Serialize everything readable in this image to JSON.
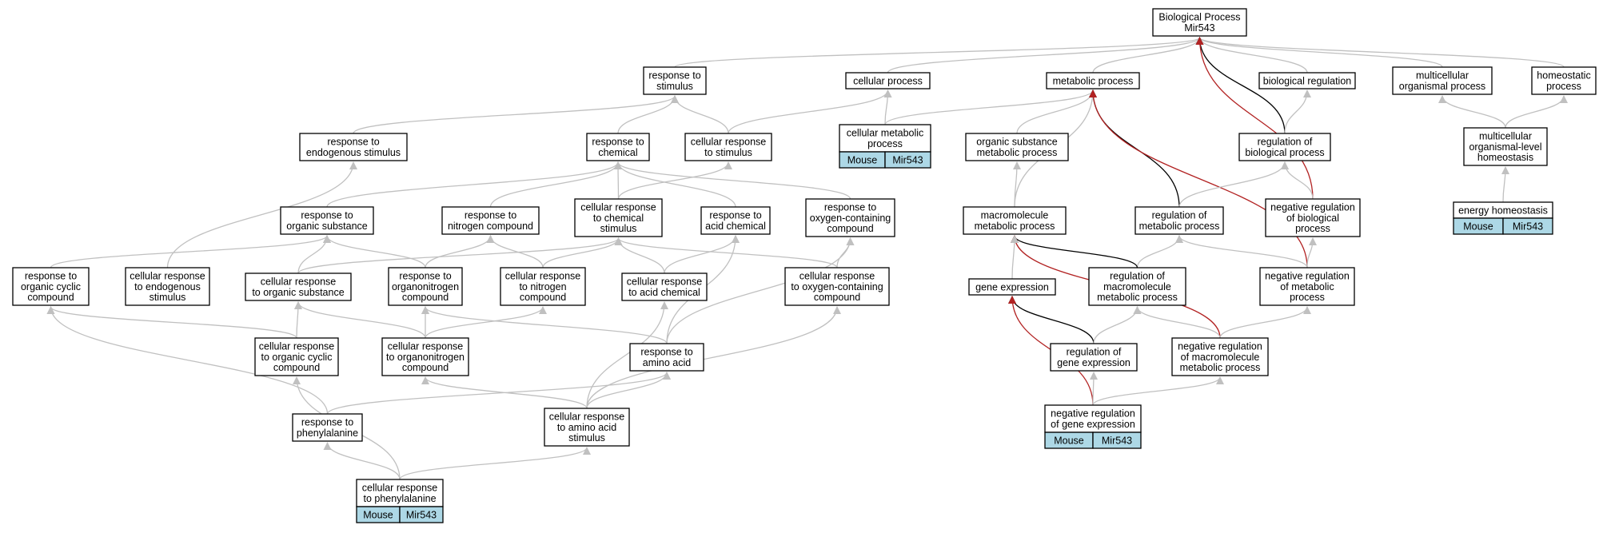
{
  "palette": {
    "edge": "#c0c0c0",
    "black": "#000000",
    "red": "#b22222",
    "ann_fill": "#add8e6"
  },
  "nodes": [
    {
      "id": "bp",
      "lines": [
        "Biological Process",
        "Mir543"
      ]
    },
    {
      "id": "rts",
      "lines": [
        "response to",
        "stimulus"
      ]
    },
    {
      "id": "cp",
      "lines": [
        "cellular process"
      ]
    },
    {
      "id": "mp",
      "lines": [
        "metabolic process"
      ]
    },
    {
      "id": "breg",
      "lines": [
        "biological regulation"
      ]
    },
    {
      "id": "mop",
      "lines": [
        "multicellular",
        "organismal process"
      ]
    },
    {
      "id": "hp",
      "lines": [
        "homeostatic",
        "process"
      ]
    },
    {
      "id": "rtes",
      "lines": [
        "response to",
        "endogenous stimulus"
      ]
    },
    {
      "id": "rtc",
      "lines": [
        "response to",
        "chemical"
      ]
    },
    {
      "id": "crts",
      "lines": [
        "cellular response",
        "to stimulus"
      ]
    },
    {
      "id": "cmp",
      "lines": [
        "cellular metabolic",
        "process"
      ],
      "annotation": [
        "Mouse",
        "Mir543"
      ]
    },
    {
      "id": "osmp",
      "lines": [
        "organic substance",
        "metabolic process"
      ]
    },
    {
      "id": "robp",
      "lines": [
        "regulation of",
        "biological process"
      ]
    },
    {
      "id": "molh",
      "lines": [
        "multicellular",
        "organismal-level",
        "homeostasis"
      ]
    },
    {
      "id": "rtos",
      "lines": [
        "response to",
        "organic substance"
      ]
    },
    {
      "id": "rtnc",
      "lines": [
        "response to",
        "nitrogen compound"
      ]
    },
    {
      "id": "crtcs",
      "lines": [
        "cellular response",
        "to chemical",
        "stimulus"
      ]
    },
    {
      "id": "rtac",
      "lines": [
        "response to",
        "acid chemical"
      ]
    },
    {
      "id": "rtocc",
      "lines": [
        "response to",
        "oxygen-containing",
        "compound"
      ]
    },
    {
      "id": "mmp",
      "lines": [
        "macromolecule",
        "metabolic process"
      ]
    },
    {
      "id": "romp",
      "lines": [
        "regulation of",
        "metabolic process"
      ]
    },
    {
      "id": "nrobp",
      "lines": [
        "negative regulation",
        "of biological",
        "process"
      ]
    },
    {
      "id": "eh",
      "lines": [
        "energy homeostasis"
      ],
      "annotation": [
        "Mouse",
        "Mir543"
      ]
    },
    {
      "id": "rtoc",
      "lines": [
        "response to",
        "organic cyclic",
        "compound"
      ]
    },
    {
      "id": "crtes",
      "lines": [
        "cellular response",
        "to endogenous",
        "stimulus"
      ]
    },
    {
      "id": "crtos",
      "lines": [
        "cellular response",
        "to organic substance"
      ]
    },
    {
      "id": "rtonc",
      "lines": [
        "response to",
        "organonitrogen",
        "compound"
      ]
    },
    {
      "id": "crtnc",
      "lines": [
        "cellular response",
        "to nitrogen",
        "compound"
      ]
    },
    {
      "id": "crtac",
      "lines": [
        "cellular response",
        "to acid chemical"
      ]
    },
    {
      "id": "crtocc",
      "lines": [
        "cellular response",
        "to oxygen-containing",
        "compound"
      ]
    },
    {
      "id": "ge",
      "lines": [
        "gene expression"
      ]
    },
    {
      "id": "rommp",
      "lines": [
        "regulation of",
        "macromolecule",
        "metabolic process"
      ]
    },
    {
      "id": "nromp",
      "lines": [
        "negative regulation",
        "of metabolic",
        "process"
      ]
    },
    {
      "id": "crtocyc",
      "lines": [
        "cellular response",
        "to organic cyclic",
        "compound"
      ]
    },
    {
      "id": "crtonc",
      "lines": [
        "cellular response",
        "to organonitrogen",
        "compound"
      ]
    },
    {
      "id": "rtaa",
      "lines": [
        "response to",
        "amino acid"
      ]
    },
    {
      "id": "roge",
      "lines": [
        "regulation of",
        "gene expression"
      ]
    },
    {
      "id": "nrommp",
      "lines": [
        "negative regulation",
        "of macromolecule",
        "metabolic process"
      ]
    },
    {
      "id": "rtphe",
      "lines": [
        "response to",
        "phenylalanine"
      ]
    },
    {
      "id": "crtaas",
      "lines": [
        "cellular response",
        "to amino acid",
        "stimulus"
      ]
    },
    {
      "id": "nroge",
      "lines": [
        "negative regulation",
        "of gene expression"
      ],
      "annotation": [
        "Mouse",
        "Mir543"
      ]
    },
    {
      "id": "crtphe",
      "lines": [
        "cellular response",
        "to phenylalanine"
      ],
      "annotation": [
        "Mouse",
        "Mir543"
      ]
    }
  ],
  "edges": [
    {
      "from": "rts",
      "to": "bp",
      "color": "gray"
    },
    {
      "from": "cp",
      "to": "bp",
      "color": "gray"
    },
    {
      "from": "mp",
      "to": "bp",
      "color": "gray"
    },
    {
      "from": "breg",
      "to": "bp",
      "color": "gray"
    },
    {
      "from": "mop",
      "to": "bp",
      "color": "gray"
    },
    {
      "from": "hp",
      "to": "bp",
      "color": "gray"
    },
    {
      "from": "robp",
      "to": "bp",
      "color": "black"
    },
    {
      "from": "nrobp",
      "to": "bp",
      "color": "red"
    },
    {
      "from": "rtes",
      "to": "rts",
      "color": "gray"
    },
    {
      "from": "rtc",
      "to": "rts",
      "color": "gray"
    },
    {
      "from": "crts",
      "to": "rts",
      "color": "gray"
    },
    {
      "from": "crts",
      "to": "cp",
      "color": "gray"
    },
    {
      "from": "cmp",
      "to": "cp",
      "color": "gray"
    },
    {
      "from": "cmp",
      "to": "mp",
      "color": "gray"
    },
    {
      "from": "osmp",
      "to": "mp",
      "color": "gray"
    },
    {
      "from": "mmp",
      "to": "mp",
      "color": "gray"
    },
    {
      "from": "romp",
      "to": "mp",
      "color": "black"
    },
    {
      "from": "nromp",
      "to": "mp",
      "color": "red"
    },
    {
      "from": "robp",
      "to": "breg",
      "color": "gray"
    },
    {
      "from": "nrobp",
      "to": "robp",
      "color": "gray"
    },
    {
      "from": "romp",
      "to": "robp",
      "color": "gray"
    },
    {
      "from": "molh",
      "to": "mop",
      "color": "gray"
    },
    {
      "from": "molh",
      "to": "hp",
      "color": "gray"
    },
    {
      "from": "eh",
      "to": "molh",
      "color": "gray"
    },
    {
      "from": "rtos",
      "to": "rtc",
      "color": "gray"
    },
    {
      "from": "rtnc",
      "to": "rtc",
      "color": "gray"
    },
    {
      "from": "crtcs",
      "to": "rtc",
      "color": "gray"
    },
    {
      "from": "rtac",
      "to": "rtc",
      "color": "gray"
    },
    {
      "from": "rtocc",
      "to": "rtc",
      "color": "gray"
    },
    {
      "from": "crtcs",
      "to": "crts",
      "color": "gray"
    },
    {
      "from": "mmp",
      "to": "osmp",
      "color": "gray"
    },
    {
      "from": "nromp",
      "to": "nrobp",
      "color": "gray"
    },
    {
      "from": "nromp",
      "to": "romp",
      "color": "gray"
    },
    {
      "from": "rommp",
      "to": "romp",
      "color": "gray"
    },
    {
      "from": "rommp",
      "to": "mmp",
      "color": "black"
    },
    {
      "from": "nrommp",
      "to": "mmp",
      "color": "red"
    },
    {
      "from": "ge",
      "to": "mmp",
      "color": "gray"
    },
    {
      "from": "rtoc",
      "to": "rtos",
      "color": "gray"
    },
    {
      "from": "crtos",
      "to": "rtos",
      "color": "gray"
    },
    {
      "from": "rtonc",
      "to": "rtos",
      "color": "gray"
    },
    {
      "from": "crtes",
      "to": "rtes",
      "color": "gray"
    },
    {
      "from": "crtos",
      "to": "crtcs",
      "color": "gray"
    },
    {
      "from": "crtnc",
      "to": "crtcs",
      "color": "gray"
    },
    {
      "from": "crtac",
      "to": "crtcs",
      "color": "gray"
    },
    {
      "from": "crtocc",
      "to": "crtcs",
      "color": "gray"
    },
    {
      "from": "rtonc",
      "to": "rtnc",
      "color": "gray"
    },
    {
      "from": "crtnc",
      "to": "rtnc",
      "color": "gray"
    },
    {
      "from": "crtac",
      "to": "rtac",
      "color": "gray"
    },
    {
      "from": "rtaa",
      "to": "rtac",
      "color": "gray"
    },
    {
      "from": "crtocc",
      "to": "rtocc",
      "color": "gray"
    },
    {
      "from": "rtaa",
      "to": "rtocc",
      "color": "gray"
    },
    {
      "from": "crtocyc",
      "to": "rtoc",
      "color": "gray"
    },
    {
      "from": "rtphe",
      "to": "rtoc",
      "color": "gray"
    },
    {
      "from": "crtocyc",
      "to": "crtos",
      "color": "gray"
    },
    {
      "from": "crtonc",
      "to": "crtos",
      "color": "gray"
    },
    {
      "from": "crtonc",
      "to": "rtonc",
      "color": "gray"
    },
    {
      "from": "rtaa",
      "to": "rtonc",
      "color": "gray"
    },
    {
      "from": "crtonc",
      "to": "crtnc",
      "color": "gray"
    },
    {
      "from": "crtaas",
      "to": "crtac",
      "color": "gray"
    },
    {
      "from": "crtaas",
      "to": "crtocc",
      "color": "gray"
    },
    {
      "from": "roge",
      "to": "ge",
      "color": "black"
    },
    {
      "from": "nroge",
      "to": "ge",
      "color": "red"
    },
    {
      "from": "roge",
      "to": "rommp",
      "color": "gray"
    },
    {
      "from": "nrommp",
      "to": "rommp",
      "color": "gray"
    },
    {
      "from": "nrommp",
      "to": "nromp",
      "color": "gray"
    },
    {
      "from": "nroge",
      "to": "roge",
      "color": "gray"
    },
    {
      "from": "nroge",
      "to": "nrommp",
      "color": "gray"
    },
    {
      "from": "rtphe",
      "to": "rtaa",
      "color": "gray"
    },
    {
      "from": "crtaas",
      "to": "rtaa",
      "color": "gray"
    },
    {
      "from": "crtaas",
      "to": "crtonc",
      "color": "gray"
    },
    {
      "from": "crtphe",
      "to": "rtphe",
      "color": "gray"
    },
    {
      "from": "crtphe",
      "to": "crtaas",
      "color": "gray"
    },
    {
      "from": "crtphe",
      "to": "crtocyc",
      "color": "gray"
    }
  ]
}
